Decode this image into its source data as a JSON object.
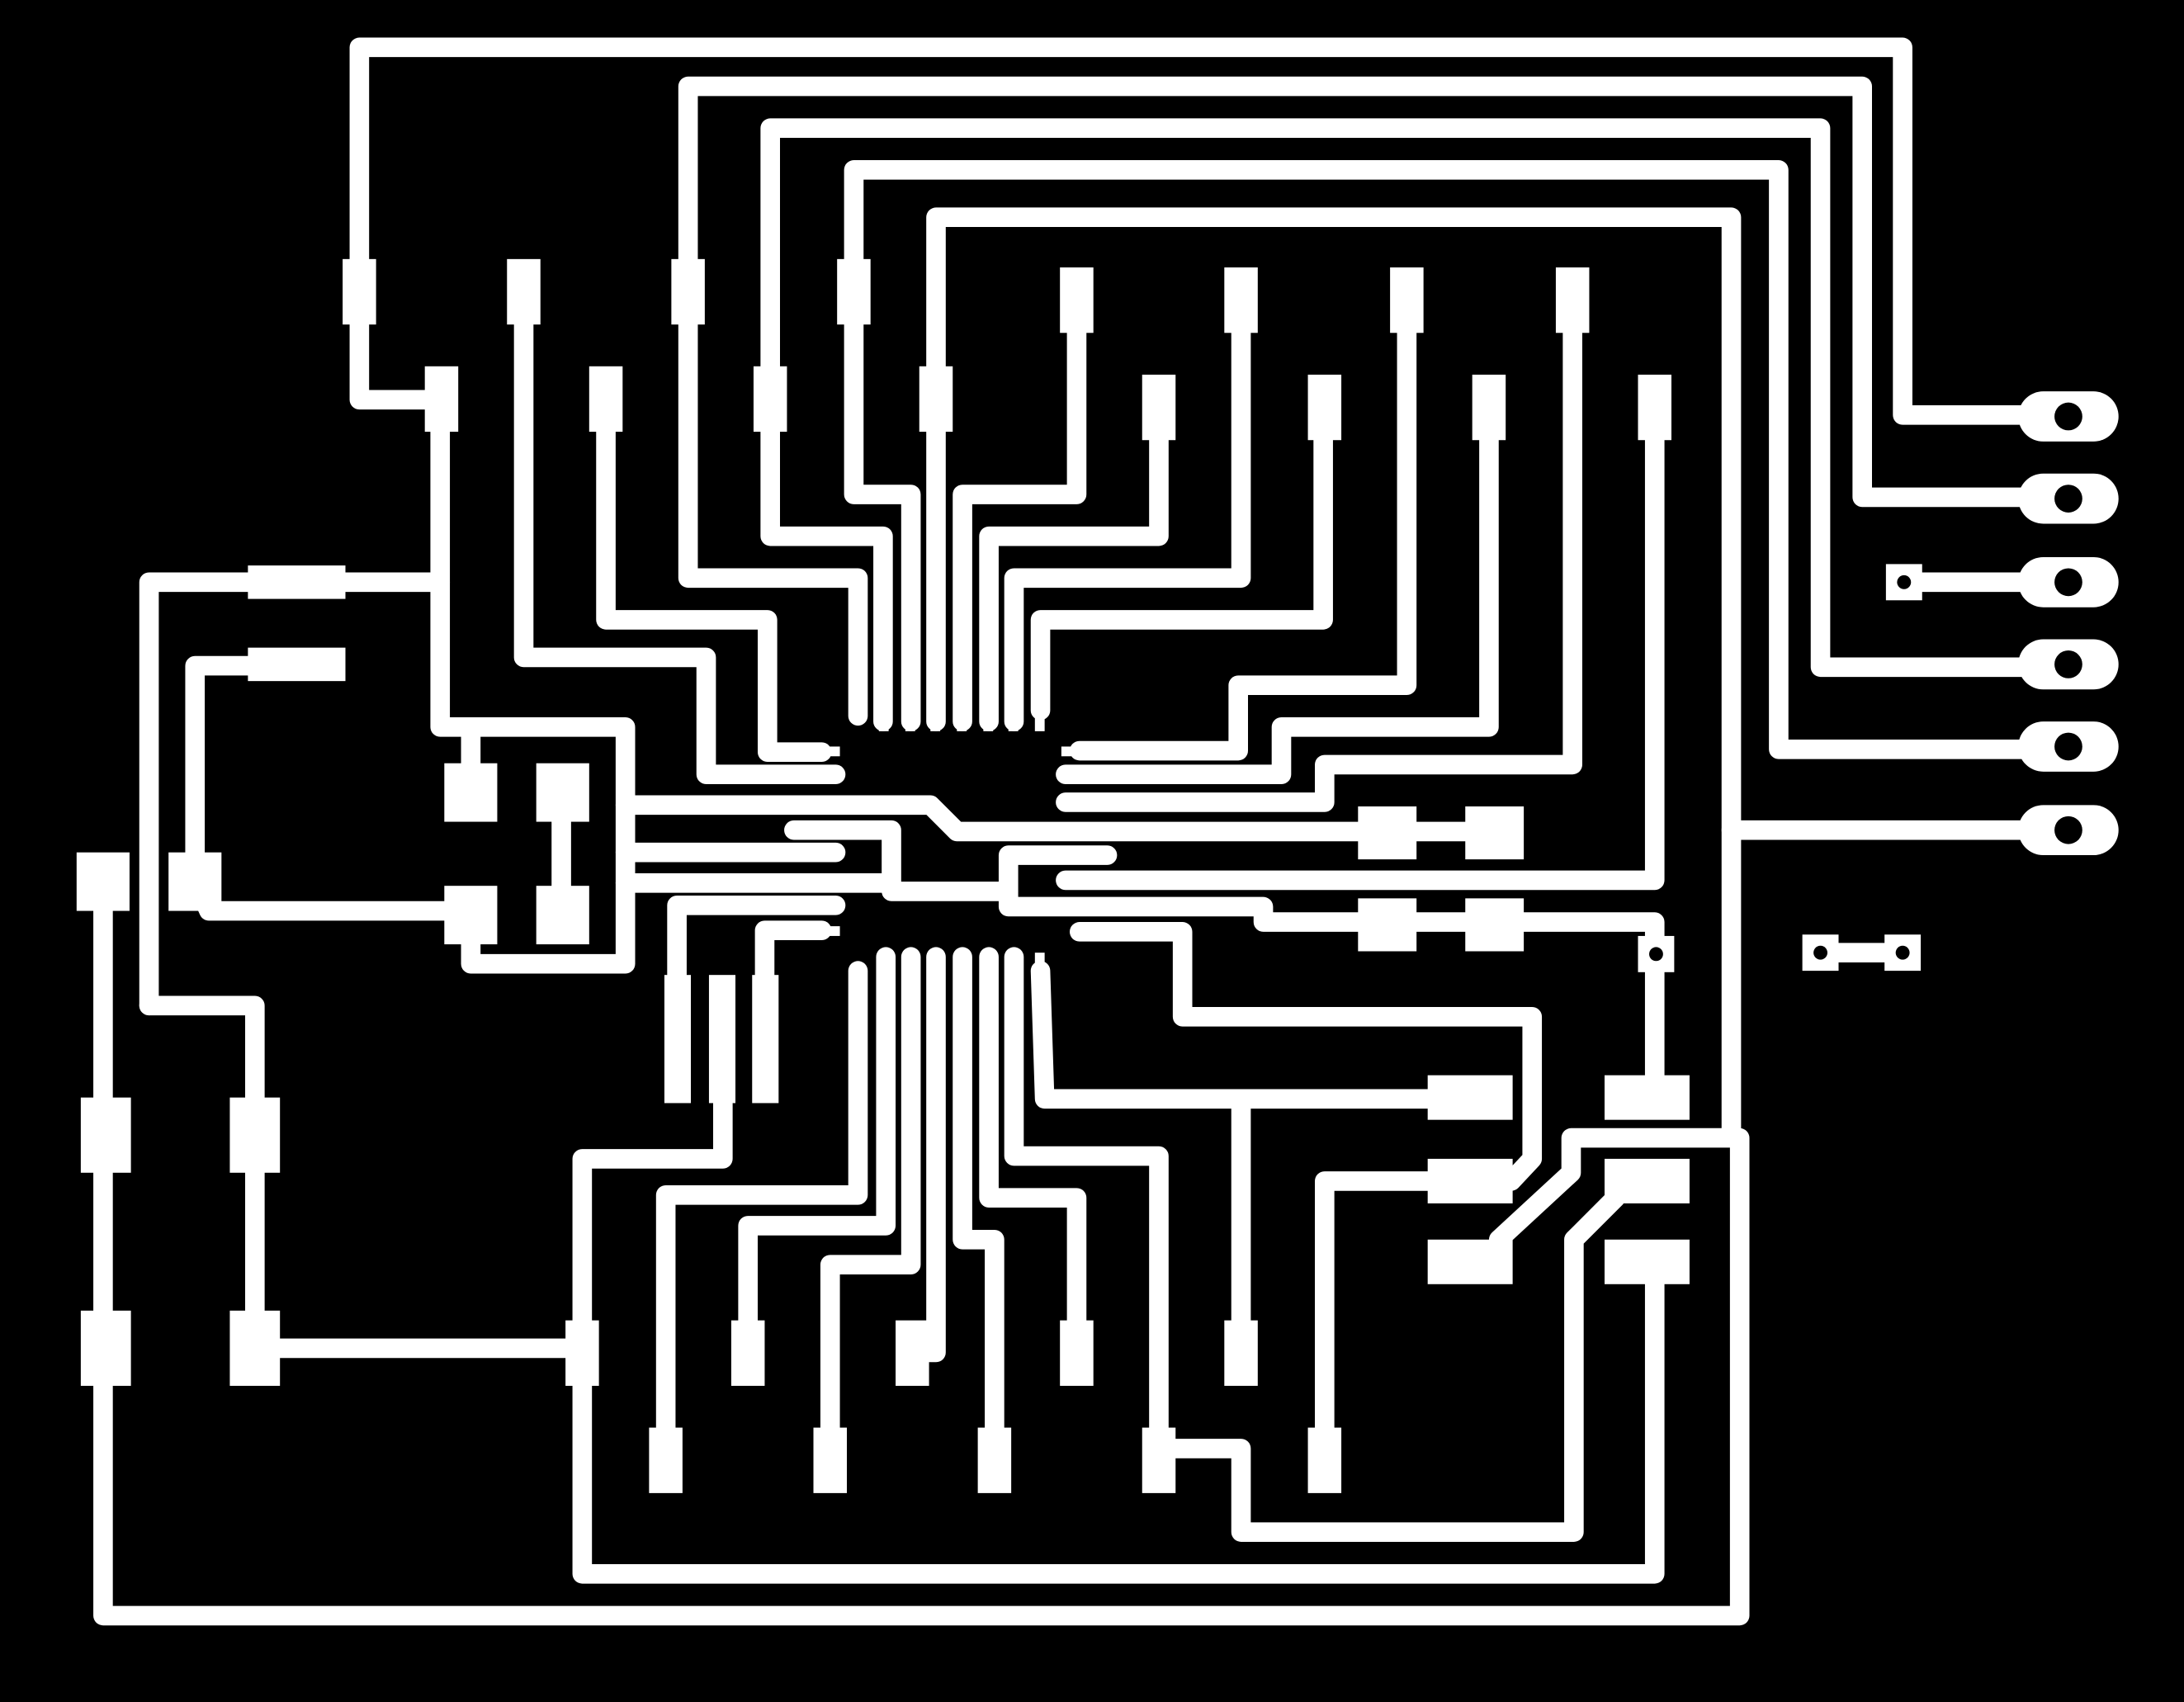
{
  "board": {
    "background": "#000000",
    "copper": "#ffffff",
    "layer_kind": "pcb-trace-mask"
  },
  "header_connector": {
    "pin_count": 6,
    "icon": "oval-through-hole-pad"
  },
  "jumper_pads": {
    "count": 2,
    "icon": "small-square-via-pad"
  },
  "ic_package": {
    "pin_rows": 4,
    "icon": "fine-pitch-smd-footprint"
  }
}
